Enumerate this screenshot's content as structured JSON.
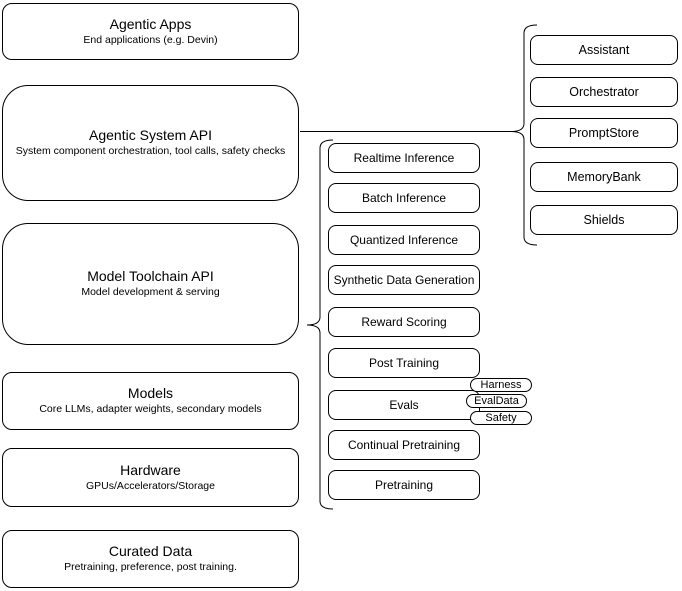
{
  "diagram": {
    "left_stack": [
      {
        "title": "Agentic Apps",
        "subtitle": "End applications (e.g. Devin)"
      },
      {
        "title": "Agentic System API",
        "subtitle": "System component orchestration, tool calls, safety checks"
      },
      {
        "title": "Model Toolchain API",
        "subtitle": "Model development & serving"
      },
      {
        "title": "Models",
        "subtitle": "Core LLMs, adapter weights, secondary models"
      },
      {
        "title": "Hardware",
        "subtitle": "GPUs/Accelerators/Storage"
      },
      {
        "title": "Curated Data",
        "subtitle": "Pretraining, preference, post training."
      }
    ],
    "toolchain_services": [
      "Realtime Inference",
      "Batch Inference",
      "Quantized Inference",
      "Synthetic Data Generation",
      "Reward Scoring",
      "Post Training",
      "Evals",
      "Continual Pretraining",
      "Pretraining"
    ],
    "eval_tags": [
      "Harness",
      "EvalData",
      "Safety"
    ],
    "system_components": [
      "Assistant",
      "Orchestrator",
      "PromptStore",
      "MemoryBank",
      "Shields"
    ],
    "colors": {
      "stroke": "#000000",
      "fill": "#ffffff",
      "text": "#000000"
    }
  }
}
